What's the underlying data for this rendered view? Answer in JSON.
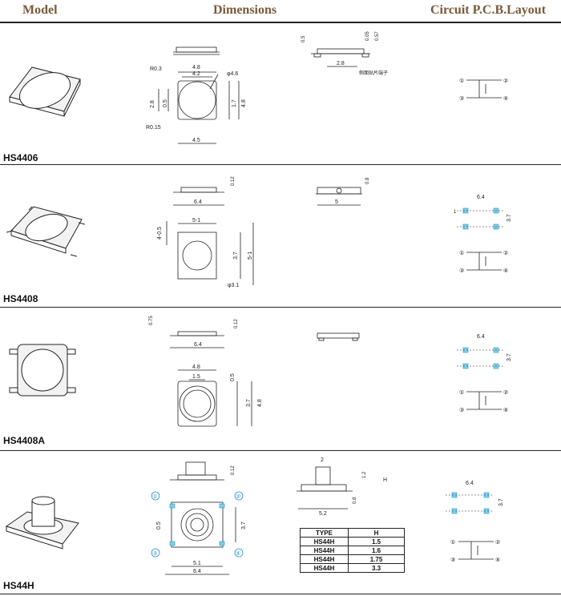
{
  "header": {
    "model": "Model",
    "dimensions": "Dimensions",
    "layout": "Circuit P.C.B.Layout"
  },
  "rows": [
    {
      "model": "HS4406",
      "dims": {
        "r03": "R0.3",
        "w48": "4.8",
        "w42": "4.2",
        "phi": "φ4.6",
        "h28": "2.8",
        "h05": "0.5",
        "h17": "1.7",
        "h48": "4.8",
        "r015": "R0.15",
        "w45": "4.5",
        "s05": "0.5",
        "s005": "0.05",
        "s057": "0.57",
        "s28": "2.8",
        "note": "侧面贴片端子"
      },
      "pins": [
        "①",
        "②",
        "③",
        "④"
      ]
    },
    {
      "model": "HS4408",
      "dims": {
        "t012": "0.12",
        "t64": "6.4",
        "s08": "0.8",
        "s5": "5",
        "w51": "5-1",
        "h405": "4-0.5",
        "h37": "3.7",
        "h51": "5-1",
        "phi": "φ3.1",
        "p64": "6.4",
        "p1": "1",
        "p37": "3.7"
      },
      "pins": [
        "①",
        "②",
        "③",
        "④"
      ]
    },
    {
      "model": "HS4408A",
      "dims": {
        "t075": "0.75",
        "t012": "0.12",
        "t64": "6.4",
        "w48": "4.8",
        "w15": "1.5",
        "h05": "0.5",
        "h37": "3.7",
        "h48": "4.8",
        "p64": "6.4",
        "p37": "3.7"
      },
      "pins": [
        "①",
        "②",
        "③",
        "④"
      ]
    },
    {
      "model": "HS44H",
      "dims": {
        "t012": "0.12",
        "h05": "0.5",
        "h37": "3.7",
        "w51": "5.1",
        "w64": "6.4",
        "s2": "2",
        "s12": "1.2",
        "sH": "H",
        "s08": "0.8",
        "s52": "5.2",
        "p64": "6.4",
        "p37": "3.7"
      },
      "pins": [
        "①",
        "②",
        "③",
        "④"
      ],
      "table": {
        "headers": [
          "TYPE",
          "H"
        ],
        "rows": [
          [
            "HS44H",
            "1.5"
          ],
          [
            "HS44H",
            "1.6"
          ],
          [
            "HS44H",
            "1.75"
          ],
          [
            "HS44H",
            "3.3"
          ]
        ]
      }
    }
  ],
  "colors": {
    "header_text": "#7a5a3a",
    "pad": "#7fd0e8",
    "circle_num": "#2a8fd0"
  }
}
